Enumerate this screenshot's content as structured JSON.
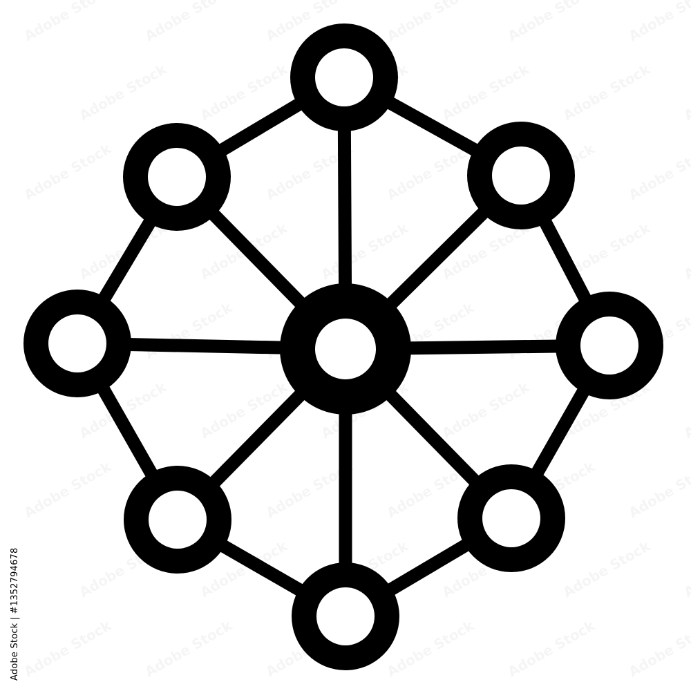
{
  "image": {
    "subject": "network-hub-icon",
    "colors": {
      "stroke": "#000000",
      "fill": "#ffffff",
      "background": "#ffffff"
    }
  },
  "watermark": {
    "id_text": "Adobe Stock | #1352794678",
    "tile_text": "Adobe Stock"
  },
  "network": {
    "outer_node_count": 8,
    "center_node_count": 1
  }
}
